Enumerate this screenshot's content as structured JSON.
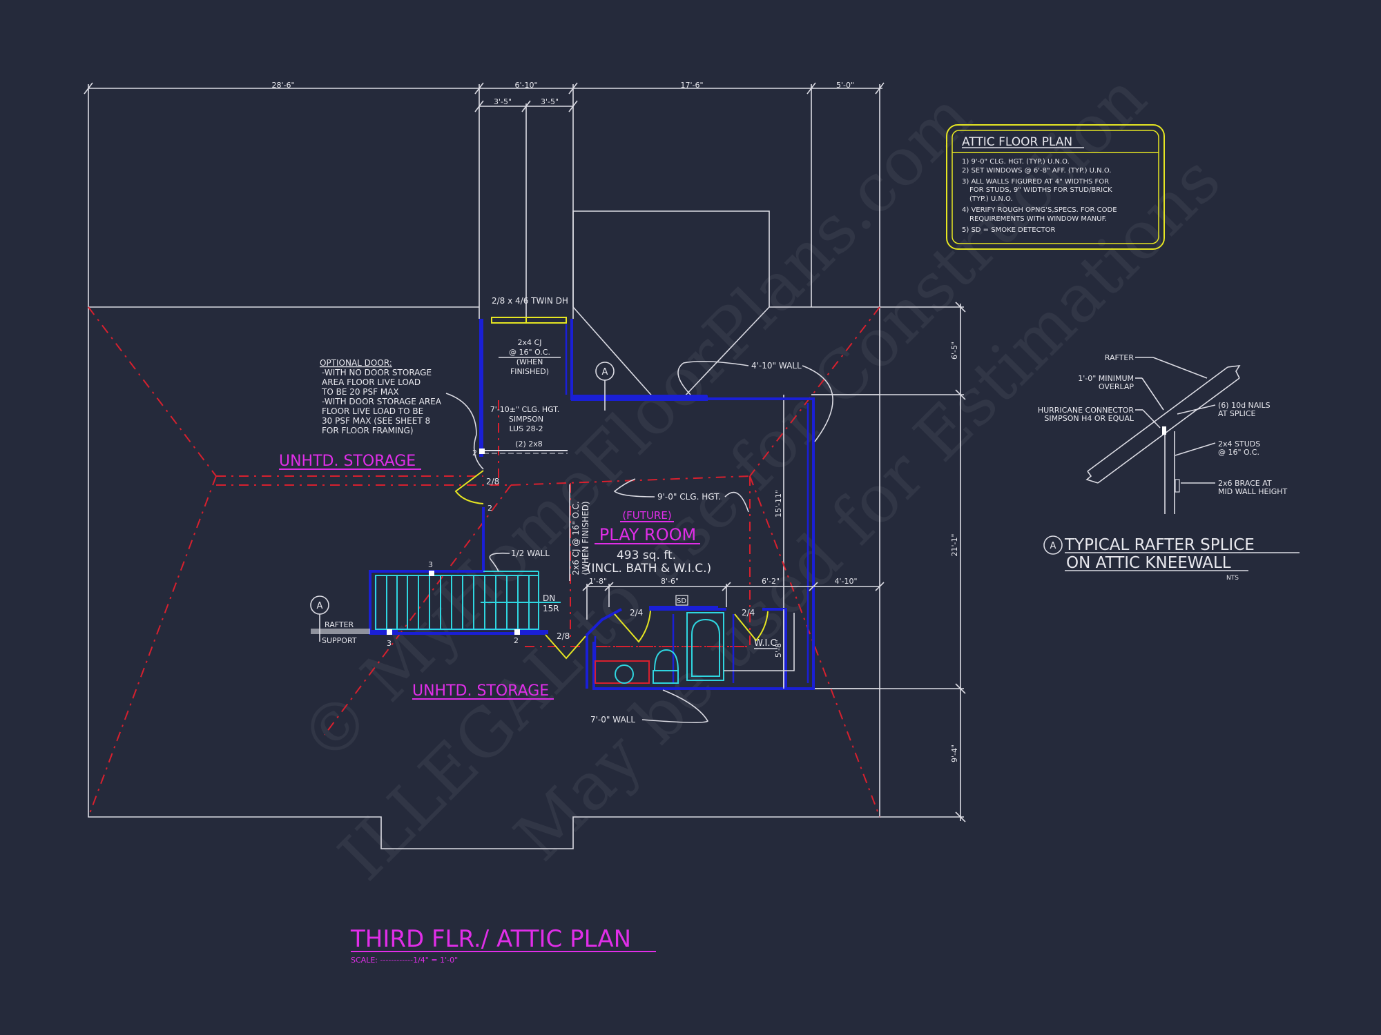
{
  "drawing": {
    "title": "THIRD FLR./ ATTIC PLAN",
    "scale": "SCALE: ------------1/4\" = 1'-0\"",
    "background_color": "#252a3b",
    "colors": {
      "walls": "#1a1fd6",
      "fixtures": "#2fd6e0",
      "doors_windows": "#e6e622",
      "roof_hips": "#d8202e",
      "room_labels": "#e02ee8",
      "linework": "#dcdce4"
    }
  },
  "dimensions": {
    "top": [
      "28'-6\"",
      "6'-10\"",
      "17'-6\"",
      "5'-0\""
    ],
    "top_sub": [
      "3'-5\"",
      "3'-5\""
    ],
    "right": [
      "6'-5\"",
      "21'-1\"",
      "9'-4\""
    ],
    "interior_horizontal": [
      "1'-8\"",
      "8'-6\"",
      "6'-2\"",
      "4'-10\""
    ],
    "interior_vertical": [
      "15'-11\"",
      "5'-8\""
    ]
  },
  "rooms": {
    "storage_upper": "UNHTD. STORAGE",
    "storage_lower": "UNHTD. STORAGE",
    "play_room_future": "(FUTURE)",
    "play_room": "PLAY ROOM",
    "play_room_area": "493 sq. ft.",
    "play_room_incl": "(INCL. BATH & W.I.C.)",
    "wic": "W.I.C."
  },
  "annotations": {
    "window": "2/8 x 4/6 TWIN DH",
    "cj_line1": "2x4 CJ",
    "cj_line2": "@ 16\" O.C.",
    "cj_line3": "(WHEN",
    "cj_line4": "FINISHED)",
    "clg_hgt_small": "7'-10±\" CLG. HGT.",
    "simpson1": "SIMPSON",
    "simpson2": "LUS 28-2",
    "beam": "(2) 2x8",
    "wall_4_10": "4'-10\" WALL",
    "clg_hgt_play": "9'-0\" CLG. HGT.",
    "cj_vertical1": "2x6 CJ @ 16\" O.C.",
    "cj_vertical2": "(WHEN FINISHED)",
    "half_wall": "1/2 WALL",
    "stairs_dn": "DN",
    "stairs_risers": "15R",
    "rafter_support1": "RAFTER",
    "rafter_support2": "SUPPORT",
    "detail_tag": "A",
    "wall_7_0": "7'-0\" WALL",
    "smoke_detector": "SD",
    "door_2_8_a": "2/8",
    "door_2_8_b": "2/8",
    "door_2_4_a": "2/4",
    "door_2_4_b": "2/4",
    "post_2": "2",
    "post_3": "3"
  },
  "optional_door_note": {
    "heading": "OPTIONAL DOOR:",
    "lines": [
      "-WITH NO DOOR STORAGE",
      "AREA FLOOR LIVE LOAD",
      "TO BE 20 PSF MAX",
      "-WITH DOOR STORAGE AREA",
      "FLOOR LIVE LOAD TO BE",
      "30 PSF MAX (SEE SHEET 8",
      "FOR FLOOR FRAMING)"
    ]
  },
  "notes_box": {
    "title": "ATTIC FLOOR PLAN",
    "items": [
      "1) 9'-0\"  CLG. HGT. (TYP.) U.N.O.",
      "2) SET WINDOWS @ 6'-8\" AFF. (TYP.) U.N.O.",
      "3) ALL WALLS FIGURED AT 4\" WIDTHS FOR",
      "FOR STUDS, 9\" WIDTHS FOR STUD/BRICK",
      "(TYP.) U.N.O.",
      "4) VERIFY ROUGH OPNG'S,SPECS. FOR CODE",
      "REQUIREMENTS WITH WINDOW MANUF.",
      "5) SD = SMOKE DETECTOR"
    ]
  },
  "detail": {
    "tag": "A",
    "title1": "TYPICAL RAFTER SPLICE",
    "title2": "ON ATTIC KNEEWALL",
    "scale": "NTS",
    "labels": {
      "rafter": "RAFTER",
      "overlap1": "1'-0\" MINIMUM",
      "overlap2": "OVERLAP",
      "hurricane1": "HURRICANE CONNECTOR",
      "hurricane2": "SIMPSON H4 OR EQUAL",
      "nails1": "(6) 10d NAILS",
      "nails2": "AT SPLICE",
      "studs1": "2x4 STUDS",
      "studs2": "@ 16\" O.C.",
      "brace1": "2x6 BRACE AT",
      "brace2": "MID WALL HEIGHT"
    }
  },
  "watermark": {
    "line1": "© MyHomeFloorPlans.com",
    "line2": "ILLEGAL to use for Construction",
    "line3": "May be used for Estimations"
  }
}
